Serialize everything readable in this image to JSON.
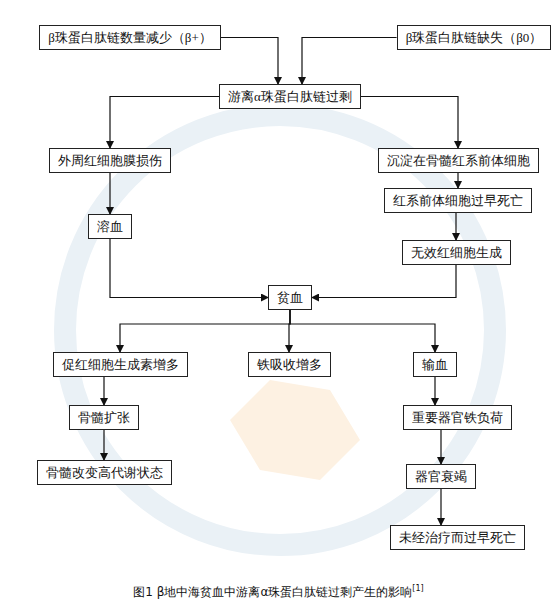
{
  "diagram": {
    "caption": "图1 β地中海贫血中游离α珠蛋白肽链过剩产生的影响",
    "nodes": [
      {
        "text": [
          "β珠蛋白肽链数量减少（β+）"
        ]
      },
      {
        "text": [
          "β珠蛋白肽链缺失（β0）"
        ]
      },
      {
        "text": [
          "游离α珠蛋白肽链过剩"
        ]
      },
      {
        "text": [
          "外周红细胞膜损伤"
        ]
      },
      {
        "text": [
          "沉淀在骨髓红系前体细胞"
        ]
      },
      {
        "text": [
          "溶血"
        ]
      },
      {
        "text": [
          "红系前体细胞过早死亡"
        ]
      },
      {
        "text": [
          "无效红细胞生成"
        ]
      },
      {
        "text": [
          "贫血"
        ]
      },
      {
        "text": [
          "促红细胞生成素增多"
        ]
      },
      {
        "text": [
          "铁吸收增多"
        ]
      },
      {
        "text": [
          "输血"
        ]
      },
      {
        "text": [
          "骨髓扩张"
        ]
      },
      {
        "text": [
          "重要器官铁负荷"
        ]
      },
      {
        "text": [
          "骨髓改变高代谢状态"
        ]
      },
      {
        "text": [
          "器官衰竭"
        ]
      },
      {
        "text": [
          "未经治疗而过早死亡"
        ]
      }
    ],
    "edges": [
      {
        "from": 0,
        "to": 2,
        "arrow": "to"
      },
      {
        "from": 1,
        "to": 2,
        "arrow": "to"
      },
      {
        "from": 2,
        "to": 3,
        "arrow": "to"
      },
      {
        "from": 2,
        "to": 4,
        "arrow": "to"
      },
      {
        "from": 3,
        "to": 5,
        "arrow": "to"
      },
      {
        "from": 4,
        "to": 6,
        "arrow": "to"
      },
      {
        "from": 6,
        "to": 7,
        "arrow": "to"
      },
      {
        "from": 5,
        "to": 8,
        "arrow": "to"
      },
      {
        "from": 7,
        "to": 8,
        "arrow": "to"
      },
      {
        "from": 8,
        "to": 9,
        "arrow": "to"
      },
      {
        "from": 8,
        "to": 10,
        "arrow": "to"
      },
      {
        "from": 8,
        "to": 11,
        "arrow": "to"
      },
      {
        "from": 9,
        "to": 12,
        "arrow": "to"
      },
      {
        "from": 12,
        "to": 14,
        "arrow": "to"
      },
      {
        "from": 11,
        "to": 13,
        "arrow": "to"
      },
      {
        "from": 13,
        "to": 15,
        "arrow": "to"
      },
      {
        "from": 15,
        "to": 16,
        "arrow": "to"
      }
    ],
    "labels": [
      "[1]"
    ]
  }
}
